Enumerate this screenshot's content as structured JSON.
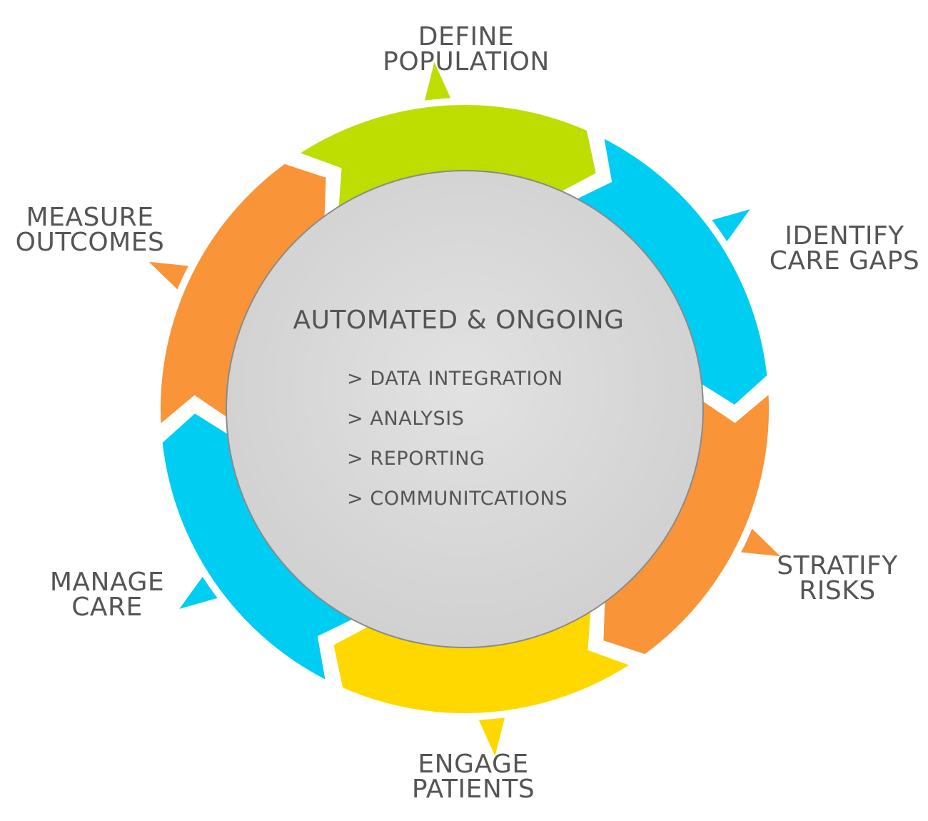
{
  "diagram": {
    "center": {
      "title": "AUTOMATED & ONGOING",
      "items": [
        "> DATA INTEGRATION",
        "> ANALYSIS",
        "> REPORTING",
        "> COMMUNITCATIONS"
      ]
    },
    "stages": [
      {
        "id": "define",
        "line1": "DEFINE",
        "line2": "POPULATION",
        "color": "#bedd00"
      },
      {
        "id": "identify",
        "line1": "IDENTIFY",
        "line2": "CARE GAPS",
        "color": "#00cdf2"
      },
      {
        "id": "stratify",
        "line1": "STRATIFY",
        "line2": "RISKS",
        "color": "#f99438"
      },
      {
        "id": "engage",
        "line1": "ENGAGE",
        "line2": "PATIENTS",
        "color": "#ffd800"
      },
      {
        "id": "manage",
        "line1": "MANAGE",
        "line2": "CARE",
        "color": "#00cdf2"
      },
      {
        "id": "measure",
        "line1": "MEASURE",
        "line2": "OUTCOMES",
        "color": "#f99438"
      }
    ],
    "center_fill": "#d8d8d8"
  }
}
